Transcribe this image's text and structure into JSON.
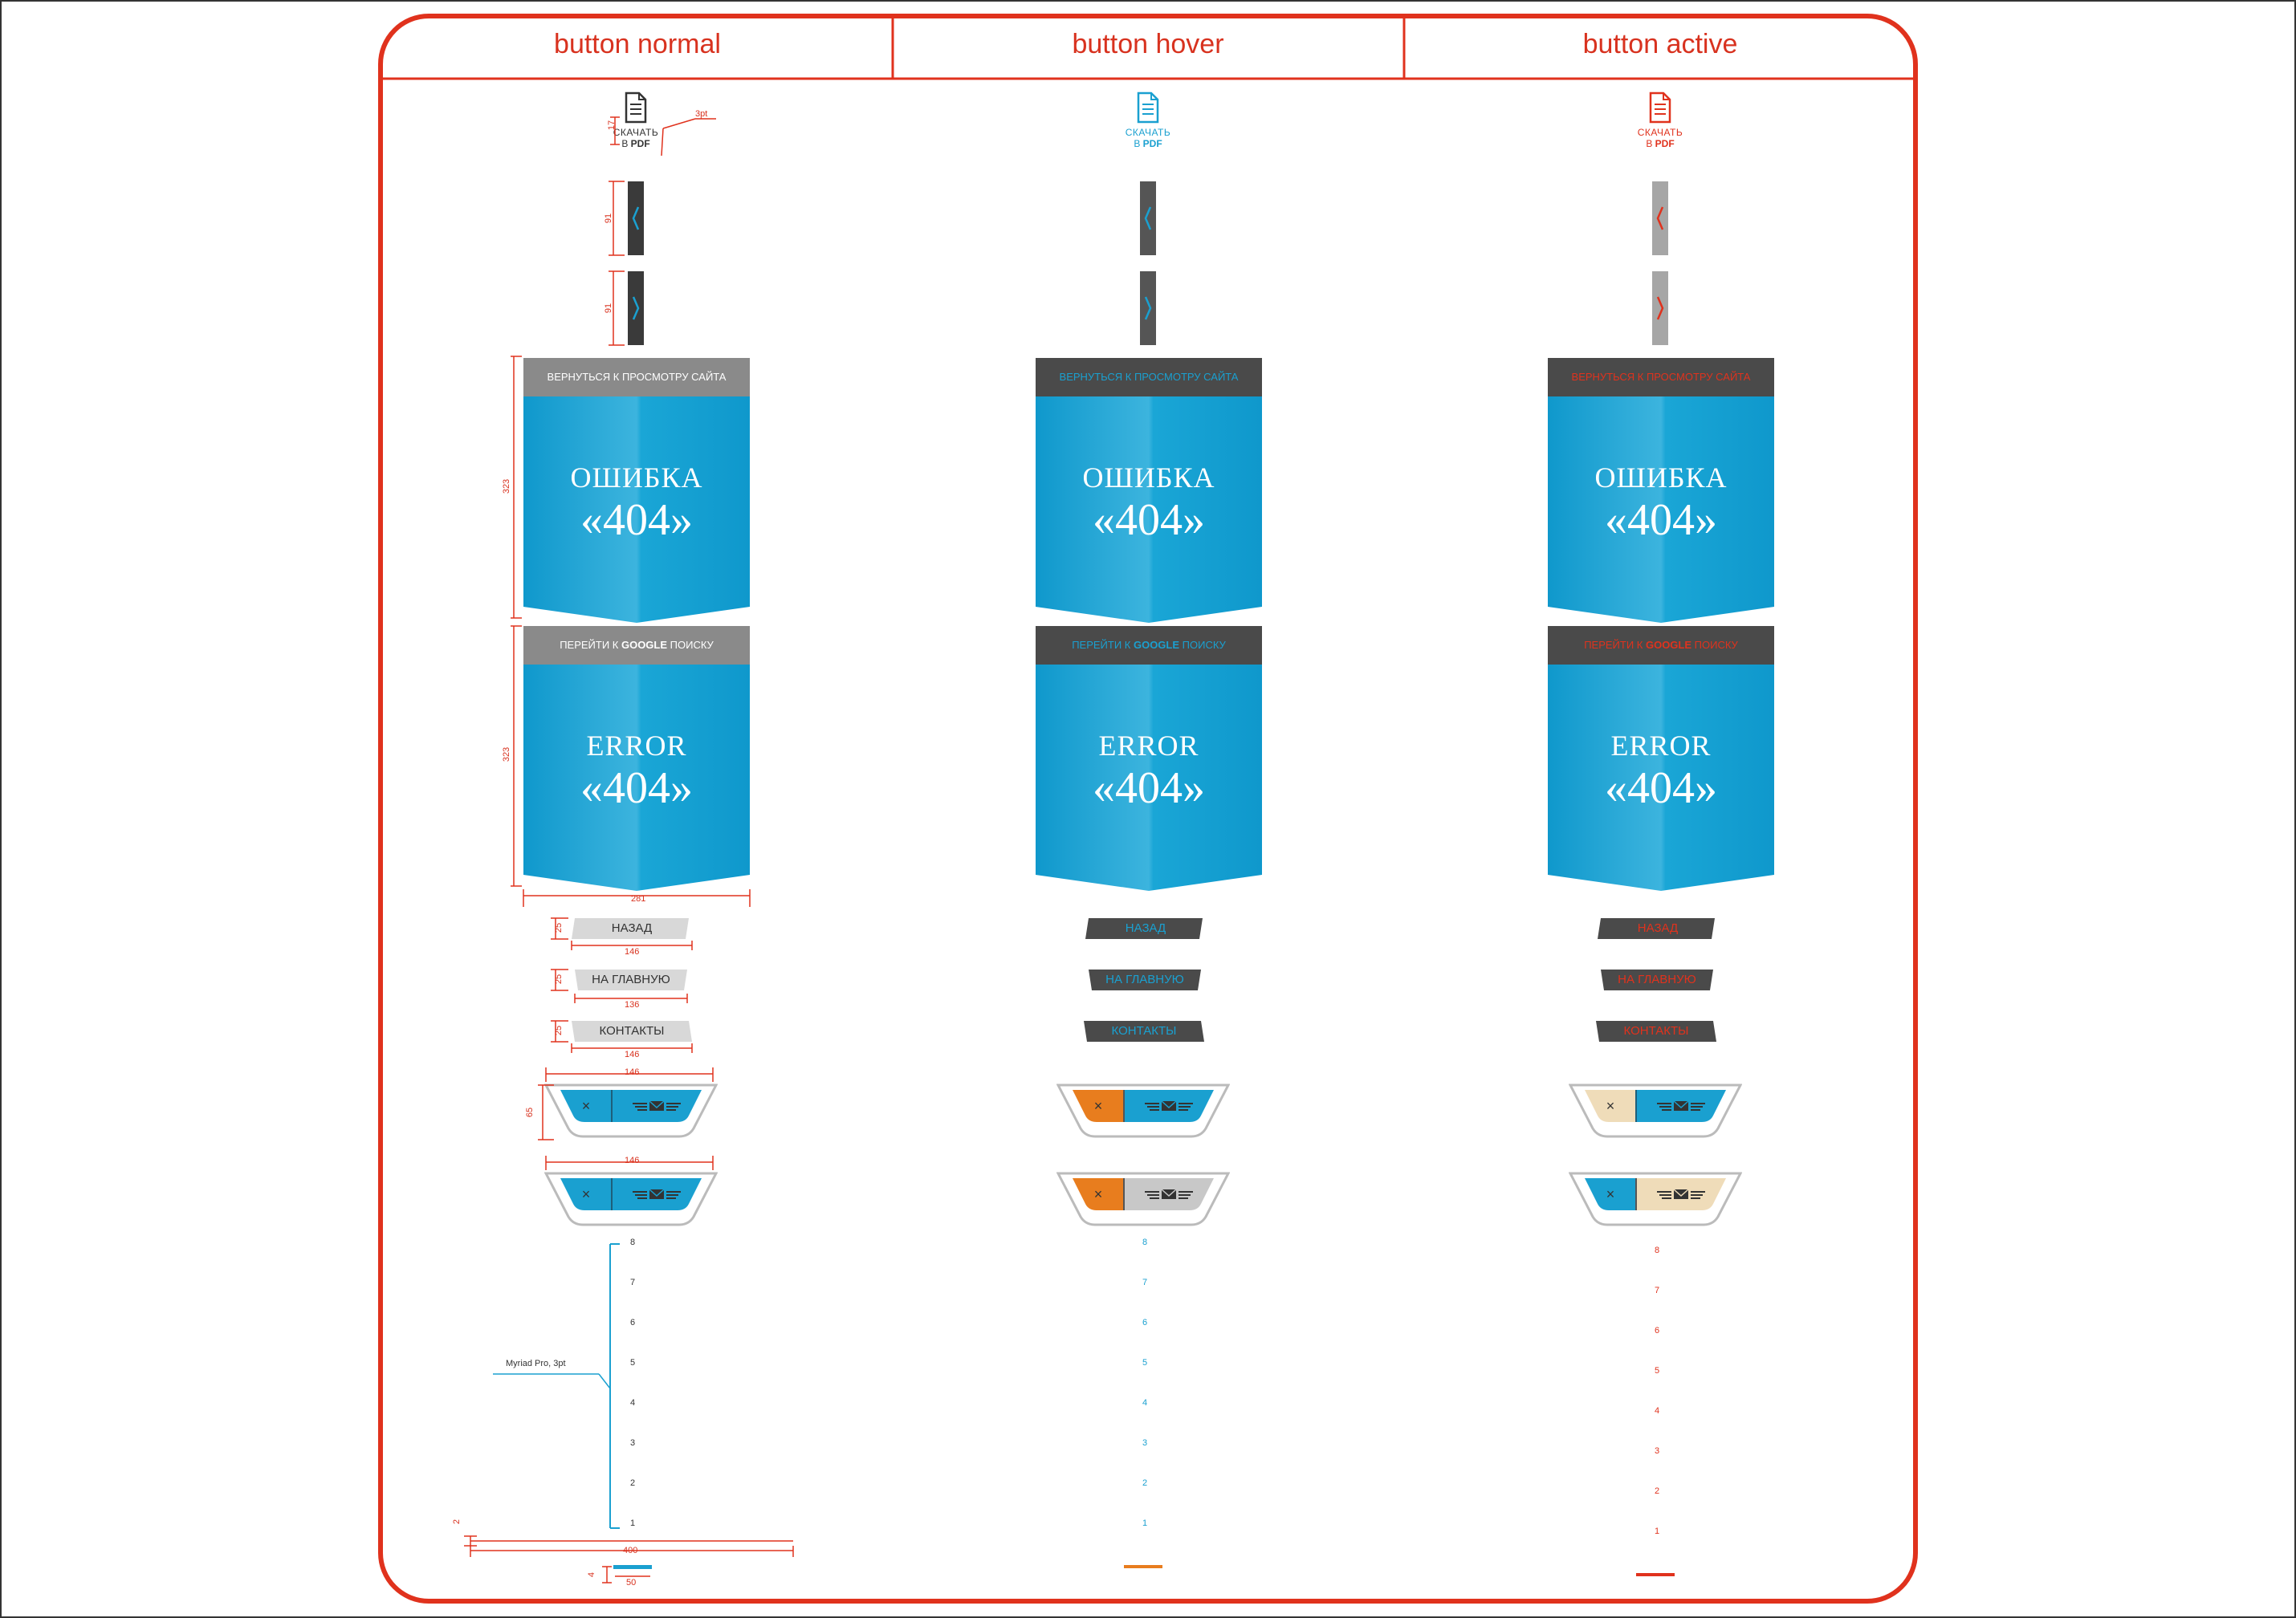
{
  "columns": [
    {
      "header": "button normal"
    },
    {
      "header": "button hover"
    },
    {
      "header": "button active"
    }
  ],
  "pdf": {
    "line1": "СКАЧАТЬ",
    "line2_prefix": "В ",
    "line2_bold": "PDF"
  },
  "cards": {
    "ru_bar": "ВЕРНУТЬСЯ К ПРОСМОТРУ САЙТА",
    "ru_title": "ОШИБКА",
    "ru_code": "«404»",
    "en_bar_prefix": "ПЕРЕЙТИ К ",
    "en_bar_bold": "GOOGLE",
    "en_bar_suffix": " ПОИСКУ",
    "en_title": "ERROR",
    "en_code": "«404»"
  },
  "nav": [
    "НАЗАД",
    "НА ГЛАВНУЮ",
    "КОНТАКТЫ"
  ],
  "pill": {
    "close_glyph": "×"
  },
  "pager_ticks": [
    "8",
    "7",
    "6",
    "5",
    "4",
    "3",
    "2",
    "1"
  ],
  "annotations": {
    "pdf_height": "17",
    "pdf_stroke": "3pt",
    "arrow_height": "91",
    "card_height": "323",
    "card_width": "281",
    "nav_height": "25",
    "nav_w1": "146",
    "nav_w2": "136",
    "nav_w3": "146",
    "pill_width": "146",
    "pill_height": "65",
    "font_note": "Myriad Pro, 3pt",
    "track_width": "400",
    "gap": "2",
    "marker_height": "4",
    "marker_width": "50"
  },
  "colors": {
    "frame": "#e0321d",
    "blue": "#1aa0d0",
    "dark": "#4a4a4a",
    "gray": "#8c8c8c",
    "orange": "#e87d1e",
    "cream": "#efdcb9",
    "red": "#e0321d"
  }
}
